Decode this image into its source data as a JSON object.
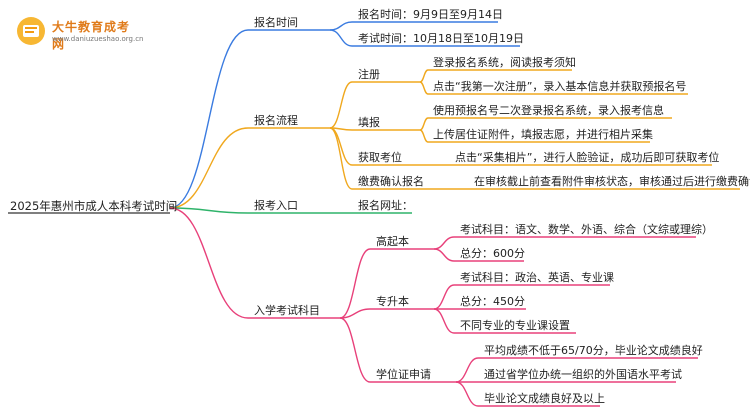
{
  "logo": {
    "name": "大牛教育成考网",
    "url": "www.daniuzueshao.org.cn"
  },
  "root": "2025年惠州市成人本科考试时间",
  "branches": {
    "time": {
      "label": "报名时间",
      "items": [
        "报名时间：9月9日至9月14日",
        "考试时间：10月18日至10月19日"
      ]
    },
    "process": {
      "label": "报名流程",
      "register": {
        "label": "注册",
        "items": [
          "登录报名系统，阅读报考须知",
          "点击“我第一次注册”，录入基本信息并获取预报名号"
        ]
      },
      "fill": {
        "label": "填报",
        "items": [
          "使用预报名号二次登录报名系统，录入报考信息",
          "上传居住证附件，填报志愿，并进行相片采集"
        ]
      },
      "seat": {
        "label": "获取考位",
        "items": [
          "点击“采集相片”，进行人脸验证，成功后即可获取考位"
        ]
      },
      "confirm": {
        "label": "缴费确认报名",
        "items": [
          "在审核截止前查看附件审核状态，审核通过后进行缴费确认"
        ]
      }
    },
    "entry": {
      "label": "报考入口",
      "items": [
        "报名网址："
      ]
    },
    "subjects": {
      "label": "入学考试科目",
      "gqb": {
        "label": "高起本",
        "items": [
          "考试科目：语文、数学、外语、综合（文综或理综）",
          "总分：600分"
        ]
      },
      "zsb": {
        "label": "专升本",
        "items": [
          "考试科目：政治、英语、专业课",
          "总分：450分",
          "不同专业的专业课设置"
        ]
      },
      "degree": {
        "label": "学位证申请",
        "items": [
          "平均成绩不低于65/70分，毕业论文成绩良好",
          "通过省学位办统一组织的外国语水平考试",
          "毕业论文成绩良好及以上"
        ]
      }
    }
  },
  "colors": {
    "blue": "#3a7be0",
    "orange": "#f0a81e",
    "green": "#2fb36a",
    "pink": "#e8407a"
  }
}
